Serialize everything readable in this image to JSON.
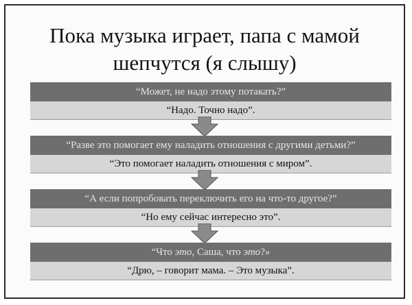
{
  "title_line1": "Пока музыка играет, папа с мамой",
  "title_line2": "шепчутся (я слышу)",
  "steps": [
    {
      "question": "“Может, не надо этому потакать?”",
      "answer": "“Надо. Точно надо”."
    },
    {
      "question": "“Разве это помогает ему наладить отношения с другими детьми?”",
      "answer": "“Это помогает наладить отношения с миром”."
    },
    {
      "question": "“А если попробовать переключить его на что-то другое?”",
      "answer": "“Но ему сейчас интересно это”."
    },
    {
      "q_part1": "“Что ",
      "q_em1": "это",
      "q_part2": ", Саша, что ",
      "q_em2": "это",
      "q_part3": "?»",
      "answer": "“Дрю, – говорит мама. – Это музыка”."
    }
  ],
  "colors": {
    "question_bg": "#6e6e6e",
    "answer_bg": "#d6d6d6",
    "arrow": "#8a8a8a"
  }
}
